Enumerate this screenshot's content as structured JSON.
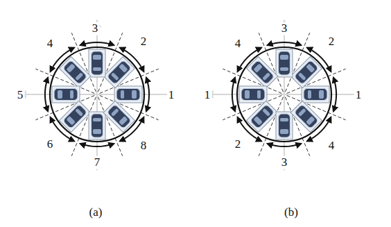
{
  "diagram": {
    "labels": [
      "3",
      "2",
      "4",
      "5",
      "1",
      "6",
      "7",
      "8",
      "3",
      "2",
      "4",
      "1",
      "1",
      "2",
      "3",
      "4",
      "(a)",
      "(b)"
    ]
  }
}
